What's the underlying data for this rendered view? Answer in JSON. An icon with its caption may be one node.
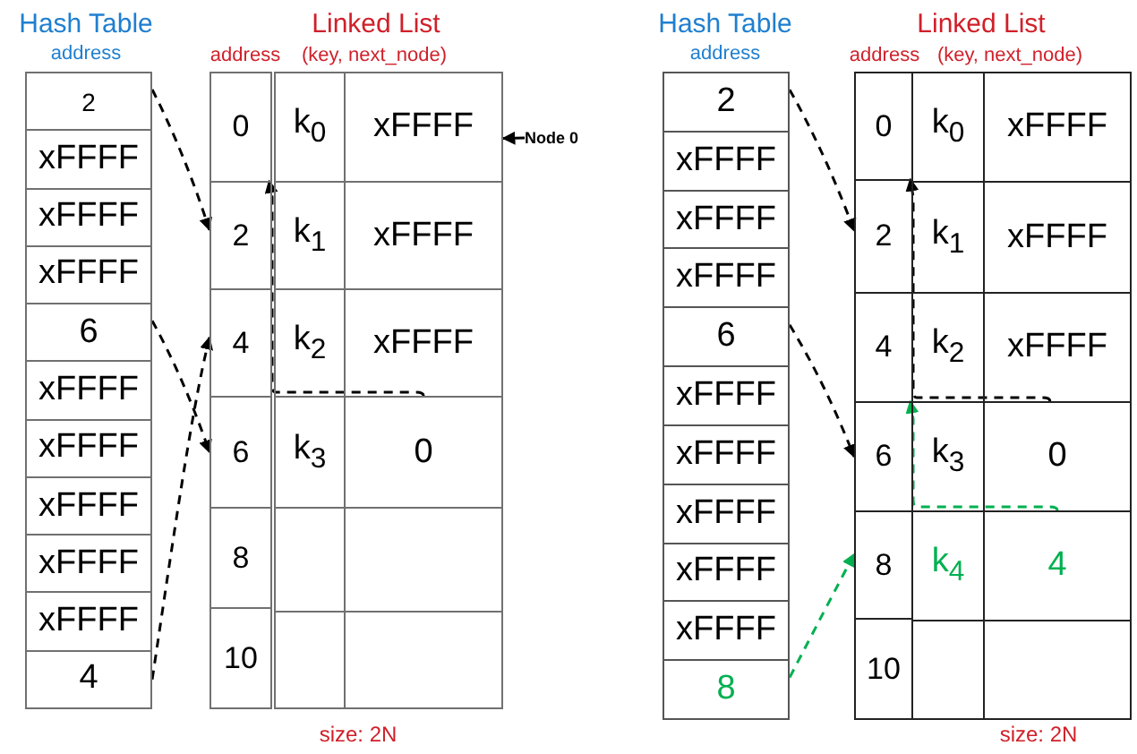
{
  "diagram": {
    "nodes": [
      {
        "text": [
          "2"
        ]
      },
      {
        "text": [
          "xFFFF"
        ]
      },
      {
        "text": [
          "xFFFF"
        ]
      },
      {
        "text": [
          "xFFFF"
        ]
      },
      {
        "text": [
          "6"
        ]
      },
      {
        "text": [
          "xFFFF"
        ]
      },
      {
        "text": [
          "xFFFF"
        ]
      },
      {
        "text": [
          "xFFFF"
        ]
      },
      {
        "text": [
          "xFFFF"
        ]
      },
      {
        "text": [
          "xFFFF"
        ]
      },
      {
        "text": [
          "4"
        ]
      },
      {
        "text": [
          "0"
        ]
      },
      {
        "text": [
          "2"
        ]
      },
      {
        "text": [
          "4"
        ]
      },
      {
        "text": [
          "6"
        ]
      },
      {
        "text": [
          "8"
        ]
      },
      {
        "text": [
          "10"
        ]
      },
      {
        "text": [
          "k$_{0}$"
        ]
      },
      {
        "text": [
          "xFFFF"
        ]
      },
      {
        "text": [
          "k$_{1}$"
        ]
      },
      {
        "text": [
          "xFFFF"
        ]
      },
      {
        "text": [
          "k$_{2}$"
        ]
      },
      {
        "text": [
          "xFFFF"
        ]
      },
      {
        "text": [
          "k$_{3}$"
        ]
      },
      {
        "text": [
          "0"
        ]
      },
      {
        "text": [],
        "shape": "box"
      },
      {
        "text": [],
        "shape": "box"
      },
      {
        "text": [],
        "shape": "box"
      },
      {
        "text": [],
        "shape": "box"
      },
      {
        "text": [
          "Node 0"
        ]
      },
      {
        "text": [
          "2"
        ]
      },
      {
        "text": [
          "xFFFF"
        ]
      },
      {
        "text": [
          "xFFFF"
        ]
      },
      {
        "text": [
          "xFFFF"
        ]
      },
      {
        "text": [
          "6"
        ]
      },
      {
        "text": [
          "xFFFF"
        ]
      },
      {
        "text": [
          "xFFFF"
        ]
      },
      {
        "text": [
          "xFFFF"
        ]
      },
      {
        "text": [
          "xFFFF"
        ]
      },
      {
        "text": [
          "xFFFF"
        ]
      },
      {
        "text": [
          "8"
        ]
      },
      {
        "text": [
          "0"
        ]
      },
      {
        "text": [
          "2"
        ]
      },
      {
        "text": [
          "4"
        ]
      },
      {
        "text": [
          "6"
        ]
      },
      {
        "text": [
          "8"
        ]
      },
      {
        "text": [
          "10"
        ]
      },
      {
        "text": [
          "k$_{0}$"
        ]
      },
      {
        "text": [
          "xFFFF"
        ]
      },
      {
        "text": [
          "k$_{1}$"
        ]
      },
      {
        "text": [
          "xFFFF"
        ]
      },
      {
        "text": [
          "k$_{2}$"
        ]
      },
      {
        "text": [
          "xFFFF"
        ]
      },
      {
        "text": [
          "k$_{3}$"
        ]
      },
      {
        "text": [
          "0"
        ]
      },
      {
        "text": [
          "k$_{4}$"
        ]
      },
      {
        "text": [
          "4"
        ]
      },
      {
        "text": [],
        "shape": "box"
      },
      {
        "text": [],
        "shape": "box"
      }
    ],
    "edges": [
      {
        "from": 0,
        "to": 12,
        "arrow": "to",
        "style": "dashed"
      },
      {
        "from": 4,
        "to": 14,
        "arrow": "to",
        "style": "dashed"
      },
      {
        "from": 10,
        "to": 13,
        "arrow": "to",
        "style": "dashed"
      },
      {
        "from": 24,
        "to": 11,
        "arrow": "to",
        "style": "dashed"
      },
      {
        "from": 29,
        "to": 18,
        "arrow": "to"
      },
      {
        "from": 30,
        "to": 42,
        "arrow": "to",
        "style": "dashed"
      },
      {
        "from": 34,
        "to": 44,
        "arrow": "to",
        "style": "dashed"
      },
      {
        "from": 40,
        "to": 45,
        "arrow": "to",
        "style": "dashed",
        "color": "#00b050"
      },
      {
        "from": 54,
        "to": 41,
        "arrow": "to",
        "style": "dashed"
      },
      {
        "from": 56,
        "to": 43,
        "arrow": "to",
        "style": "dashed",
        "color": "#00b050"
      }
    ],
    "labels": [
      "Hash Table",
      "address",
      "Linked List",
      "address",
      "(key, next_node)",
      "size: 2N",
      "Hash Table",
      "address",
      "Linked List",
      "address",
      "(key, next_node)",
      "size: 2N"
    ]
  }
}
